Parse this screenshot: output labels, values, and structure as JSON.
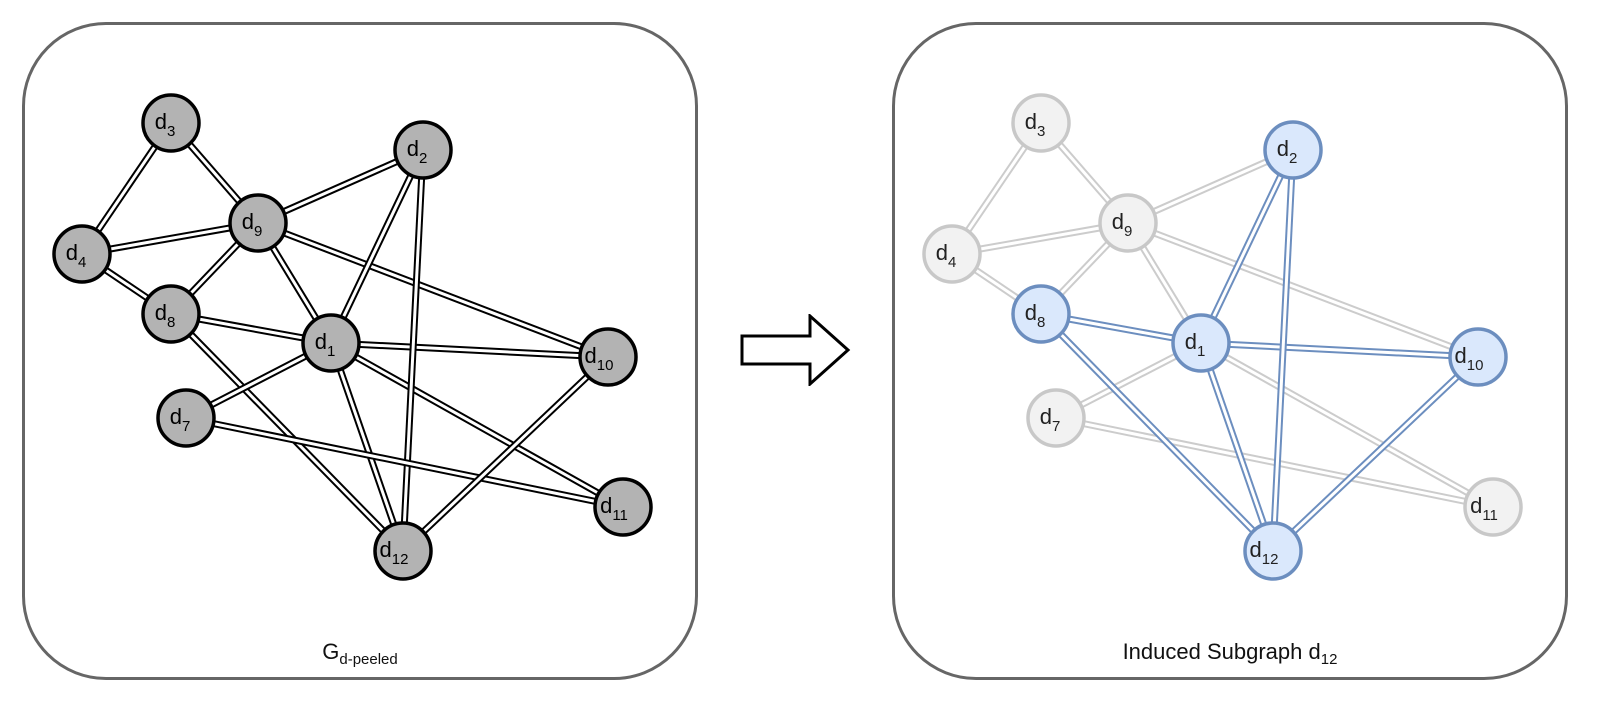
{
  "panels": [
    {
      "id": "left",
      "caption": {
        "main": "G",
        "sub": "d-peeled"
      },
      "style": {
        "node_fill": "#b3b3b3",
        "node_stroke": "#000000",
        "label_color": "#000000",
        "edge_color": "#000000"
      },
      "highlight": {
        "nodes": [],
        "edges": []
      }
    },
    {
      "id": "right",
      "caption": {
        "main": "Induced Subgraph d",
        "sub": "12"
      },
      "style": {
        "node_fill": "#f2f2f2",
        "node_stroke": "#c8c8c8",
        "label_color": "#222222",
        "edge_color": "#cccccc",
        "hl_node_fill": "#dae8fc",
        "hl_node_stroke": "#6c8ebf",
        "hl_edge_color": "#6c8ebf"
      },
      "highlight": {
        "nodes": [
          "d1",
          "d2",
          "d8",
          "d10",
          "d12"
        ],
        "edges": [
          [
            "d12",
            "d8"
          ],
          [
            "d12",
            "d1"
          ],
          [
            "d12",
            "d2"
          ],
          [
            "d12",
            "d10"
          ],
          [
            "d1",
            "d2"
          ],
          [
            "d1",
            "d8"
          ],
          [
            "d1",
            "d10"
          ]
        ]
      }
    }
  ],
  "graph": {
    "nodes": [
      {
        "id": "d1",
        "base": "d",
        "sub": "1"
      },
      {
        "id": "d2",
        "base": "d",
        "sub": "2"
      },
      {
        "id": "d3",
        "base": "d",
        "sub": "3"
      },
      {
        "id": "d4",
        "base": "d",
        "sub": "4"
      },
      {
        "id": "d7",
        "base": "d",
        "sub": "7"
      },
      {
        "id": "d8",
        "base": "d",
        "sub": "8"
      },
      {
        "id": "d9",
        "base": "d",
        "sub": "9"
      },
      {
        "id": "d10",
        "base": "d",
        "sub": "10"
      },
      {
        "id": "d11",
        "base": "d",
        "sub": "11"
      },
      {
        "id": "d12",
        "base": "d",
        "sub": "12"
      }
    ],
    "edges": [
      [
        "d3",
        "d4"
      ],
      [
        "d3",
        "d9"
      ],
      [
        "d4",
        "d9"
      ],
      [
        "d4",
        "d8"
      ],
      [
        "d8",
        "d9"
      ],
      [
        "d9",
        "d2"
      ],
      [
        "d9",
        "d1"
      ],
      [
        "d9",
        "d10"
      ],
      [
        "d8",
        "d1"
      ],
      [
        "d8",
        "d12"
      ],
      [
        "d1",
        "d2"
      ],
      [
        "d1",
        "d10"
      ],
      [
        "d1",
        "d7"
      ],
      [
        "d1",
        "d11"
      ],
      [
        "d1",
        "d12"
      ],
      [
        "d2",
        "d12"
      ],
      [
        "d7",
        "d11"
      ],
      [
        "d10",
        "d12"
      ]
    ]
  },
  "transition_arrow": {
    "direction": "right"
  }
}
